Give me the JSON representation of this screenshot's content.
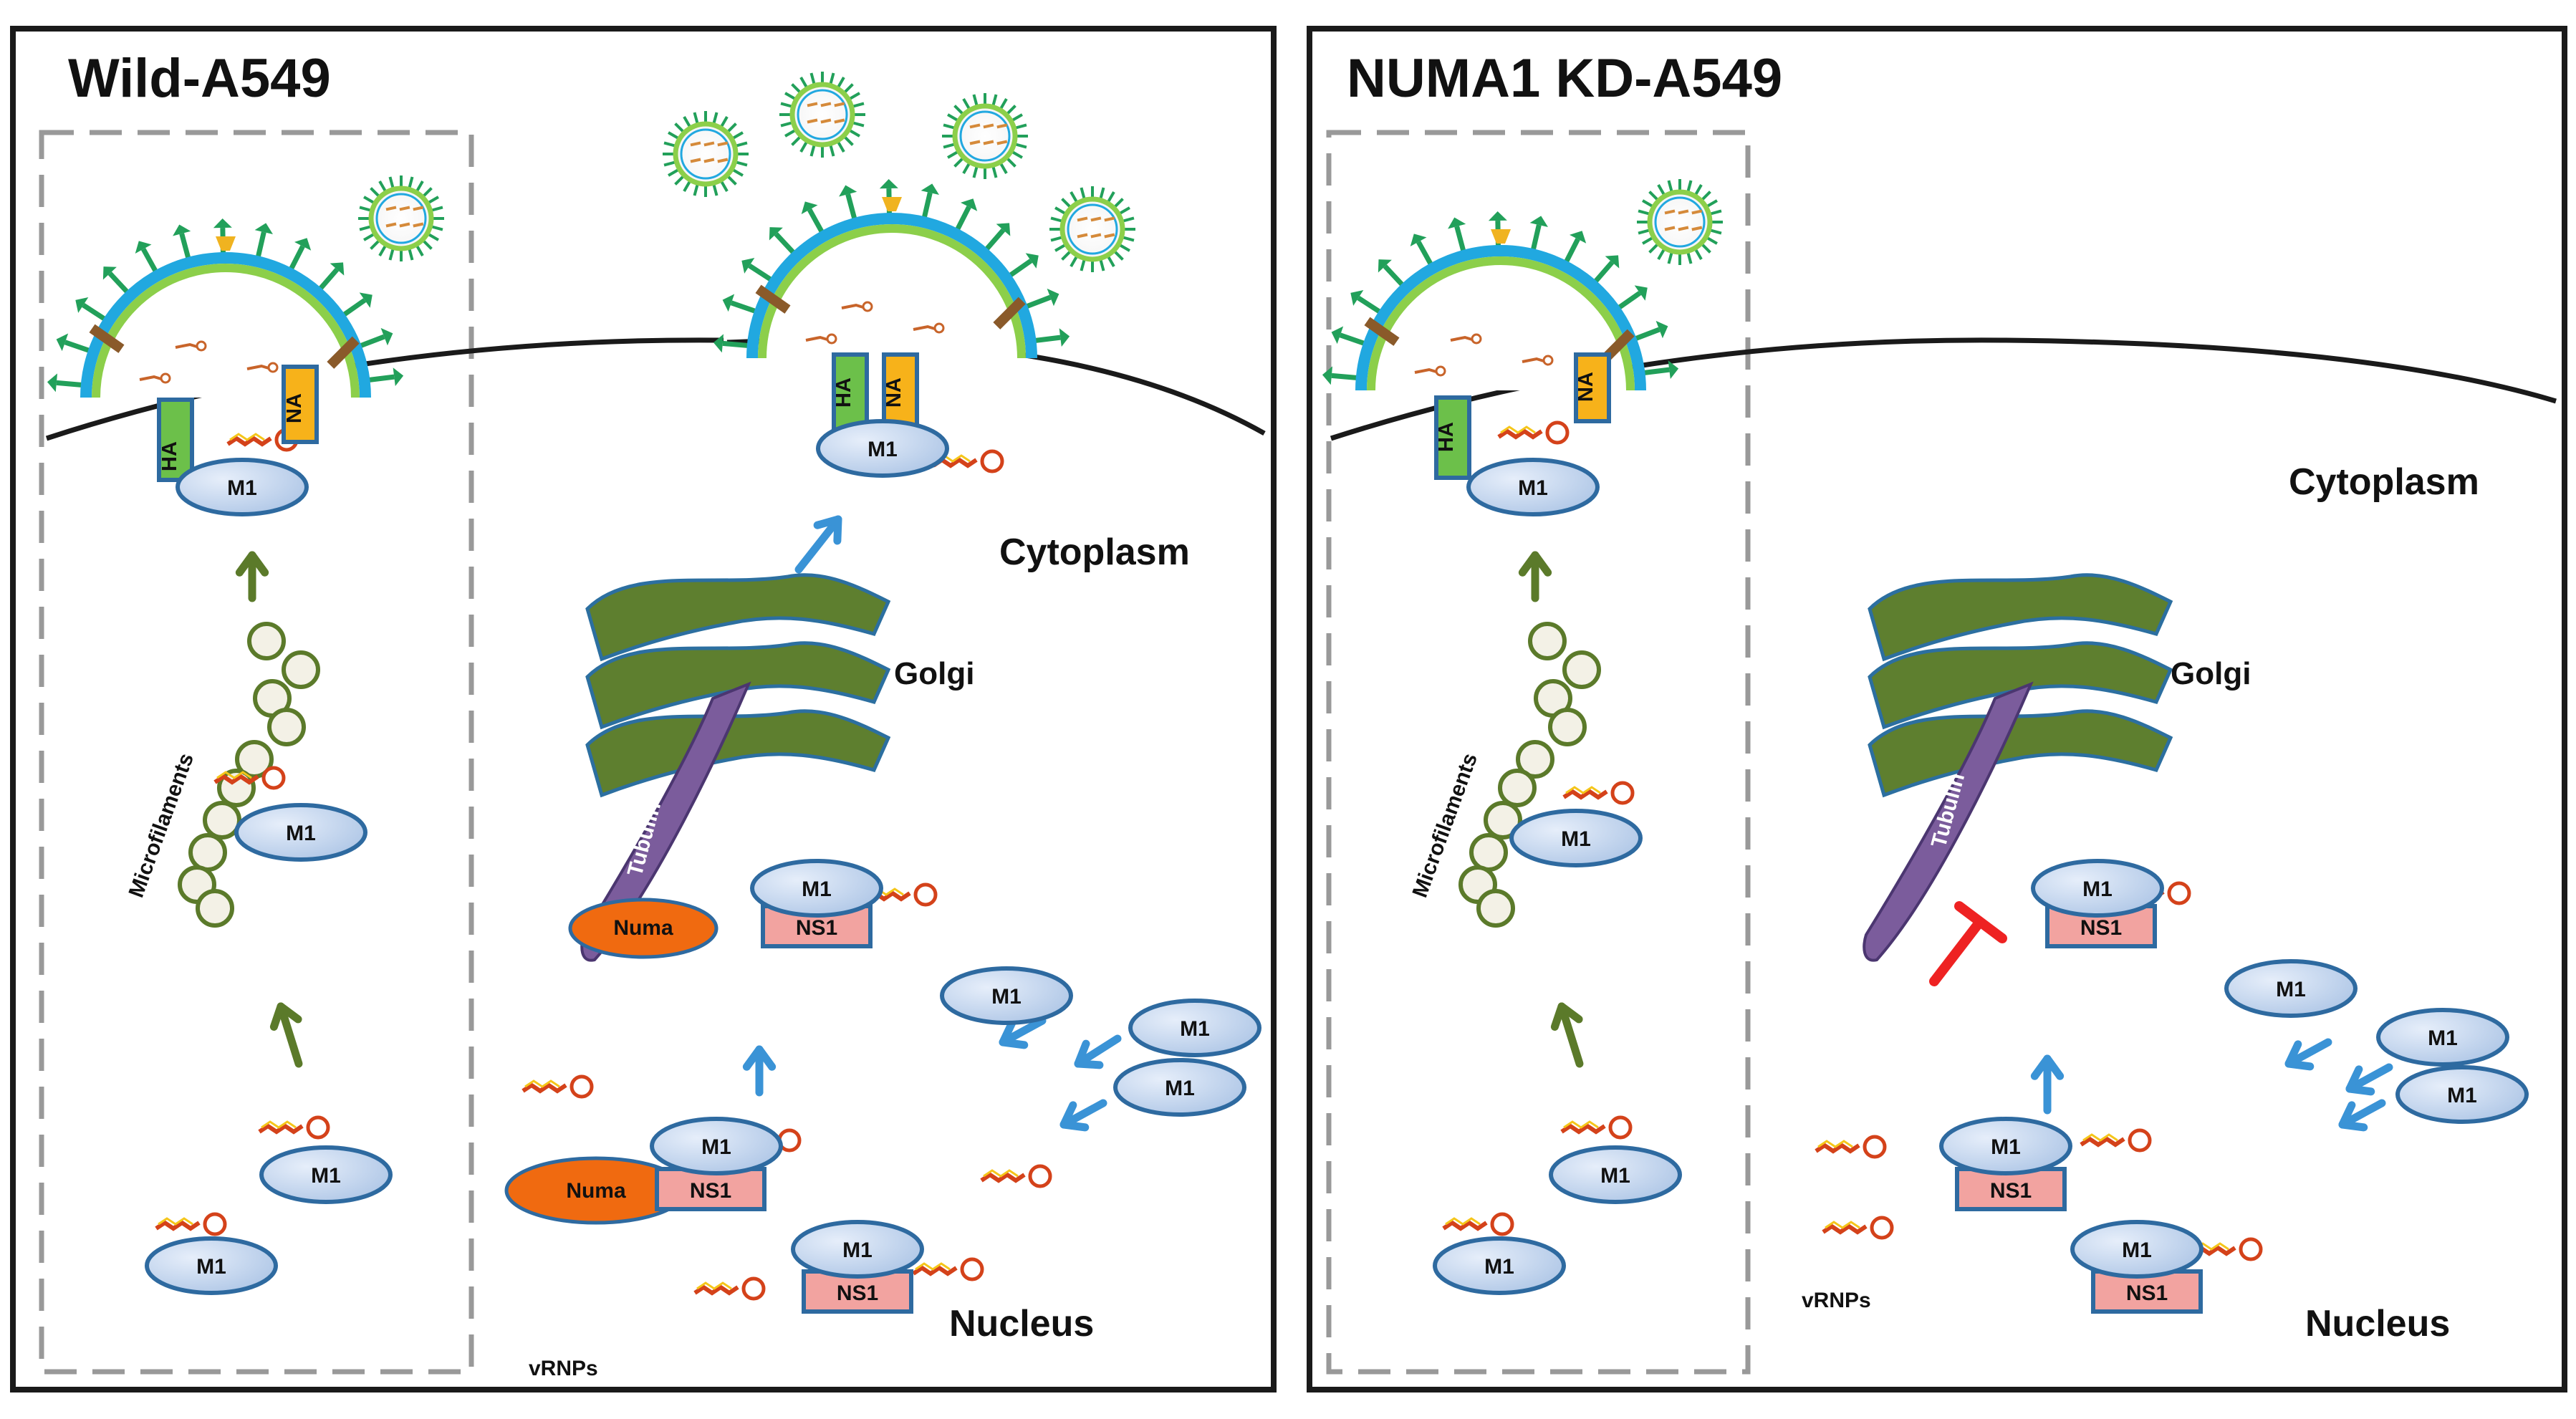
{
  "panels": [
    {
      "title": "Wild-A549"
    },
    {
      "title": "NUMA1 KD-A549"
    }
  ],
  "labels": {
    "cytoplasm": "Cytoplasm",
    "nucleus": "Nucleus",
    "golgi": "Golgi",
    "tubulin": "Tubulin",
    "microfilaments": "Microfilaments",
    "numa": "Numa",
    "vrnps": "vRNPs",
    "m1": "M1",
    "ns1": "NS1",
    "ha": "HA",
    "na": "NA"
  },
  "colors": {
    "outline": "#1a1a1a",
    "dashed_box": "#999999",
    "golgi_fill": "#5e7f2f",
    "golgi_stroke": "#2c6fa0",
    "tubulin": "#7b5c9c",
    "numa": "#f06a10",
    "m1_fill": "#c7d8ef",
    "m1_stroke": "#2e6aa0",
    "ns1_fill": "#f2a3a0",
    "ha_fill": "#6cc04a",
    "na_fill": "#f7b21a",
    "virion_blue": "#21a8e0",
    "virion_green": "#8ccf4a",
    "spike": "#22a05a",
    "arrow_green": "#5b7a2a",
    "arrow_blue": "#3a93d6",
    "inhibit": "#ee2222"
  }
}
